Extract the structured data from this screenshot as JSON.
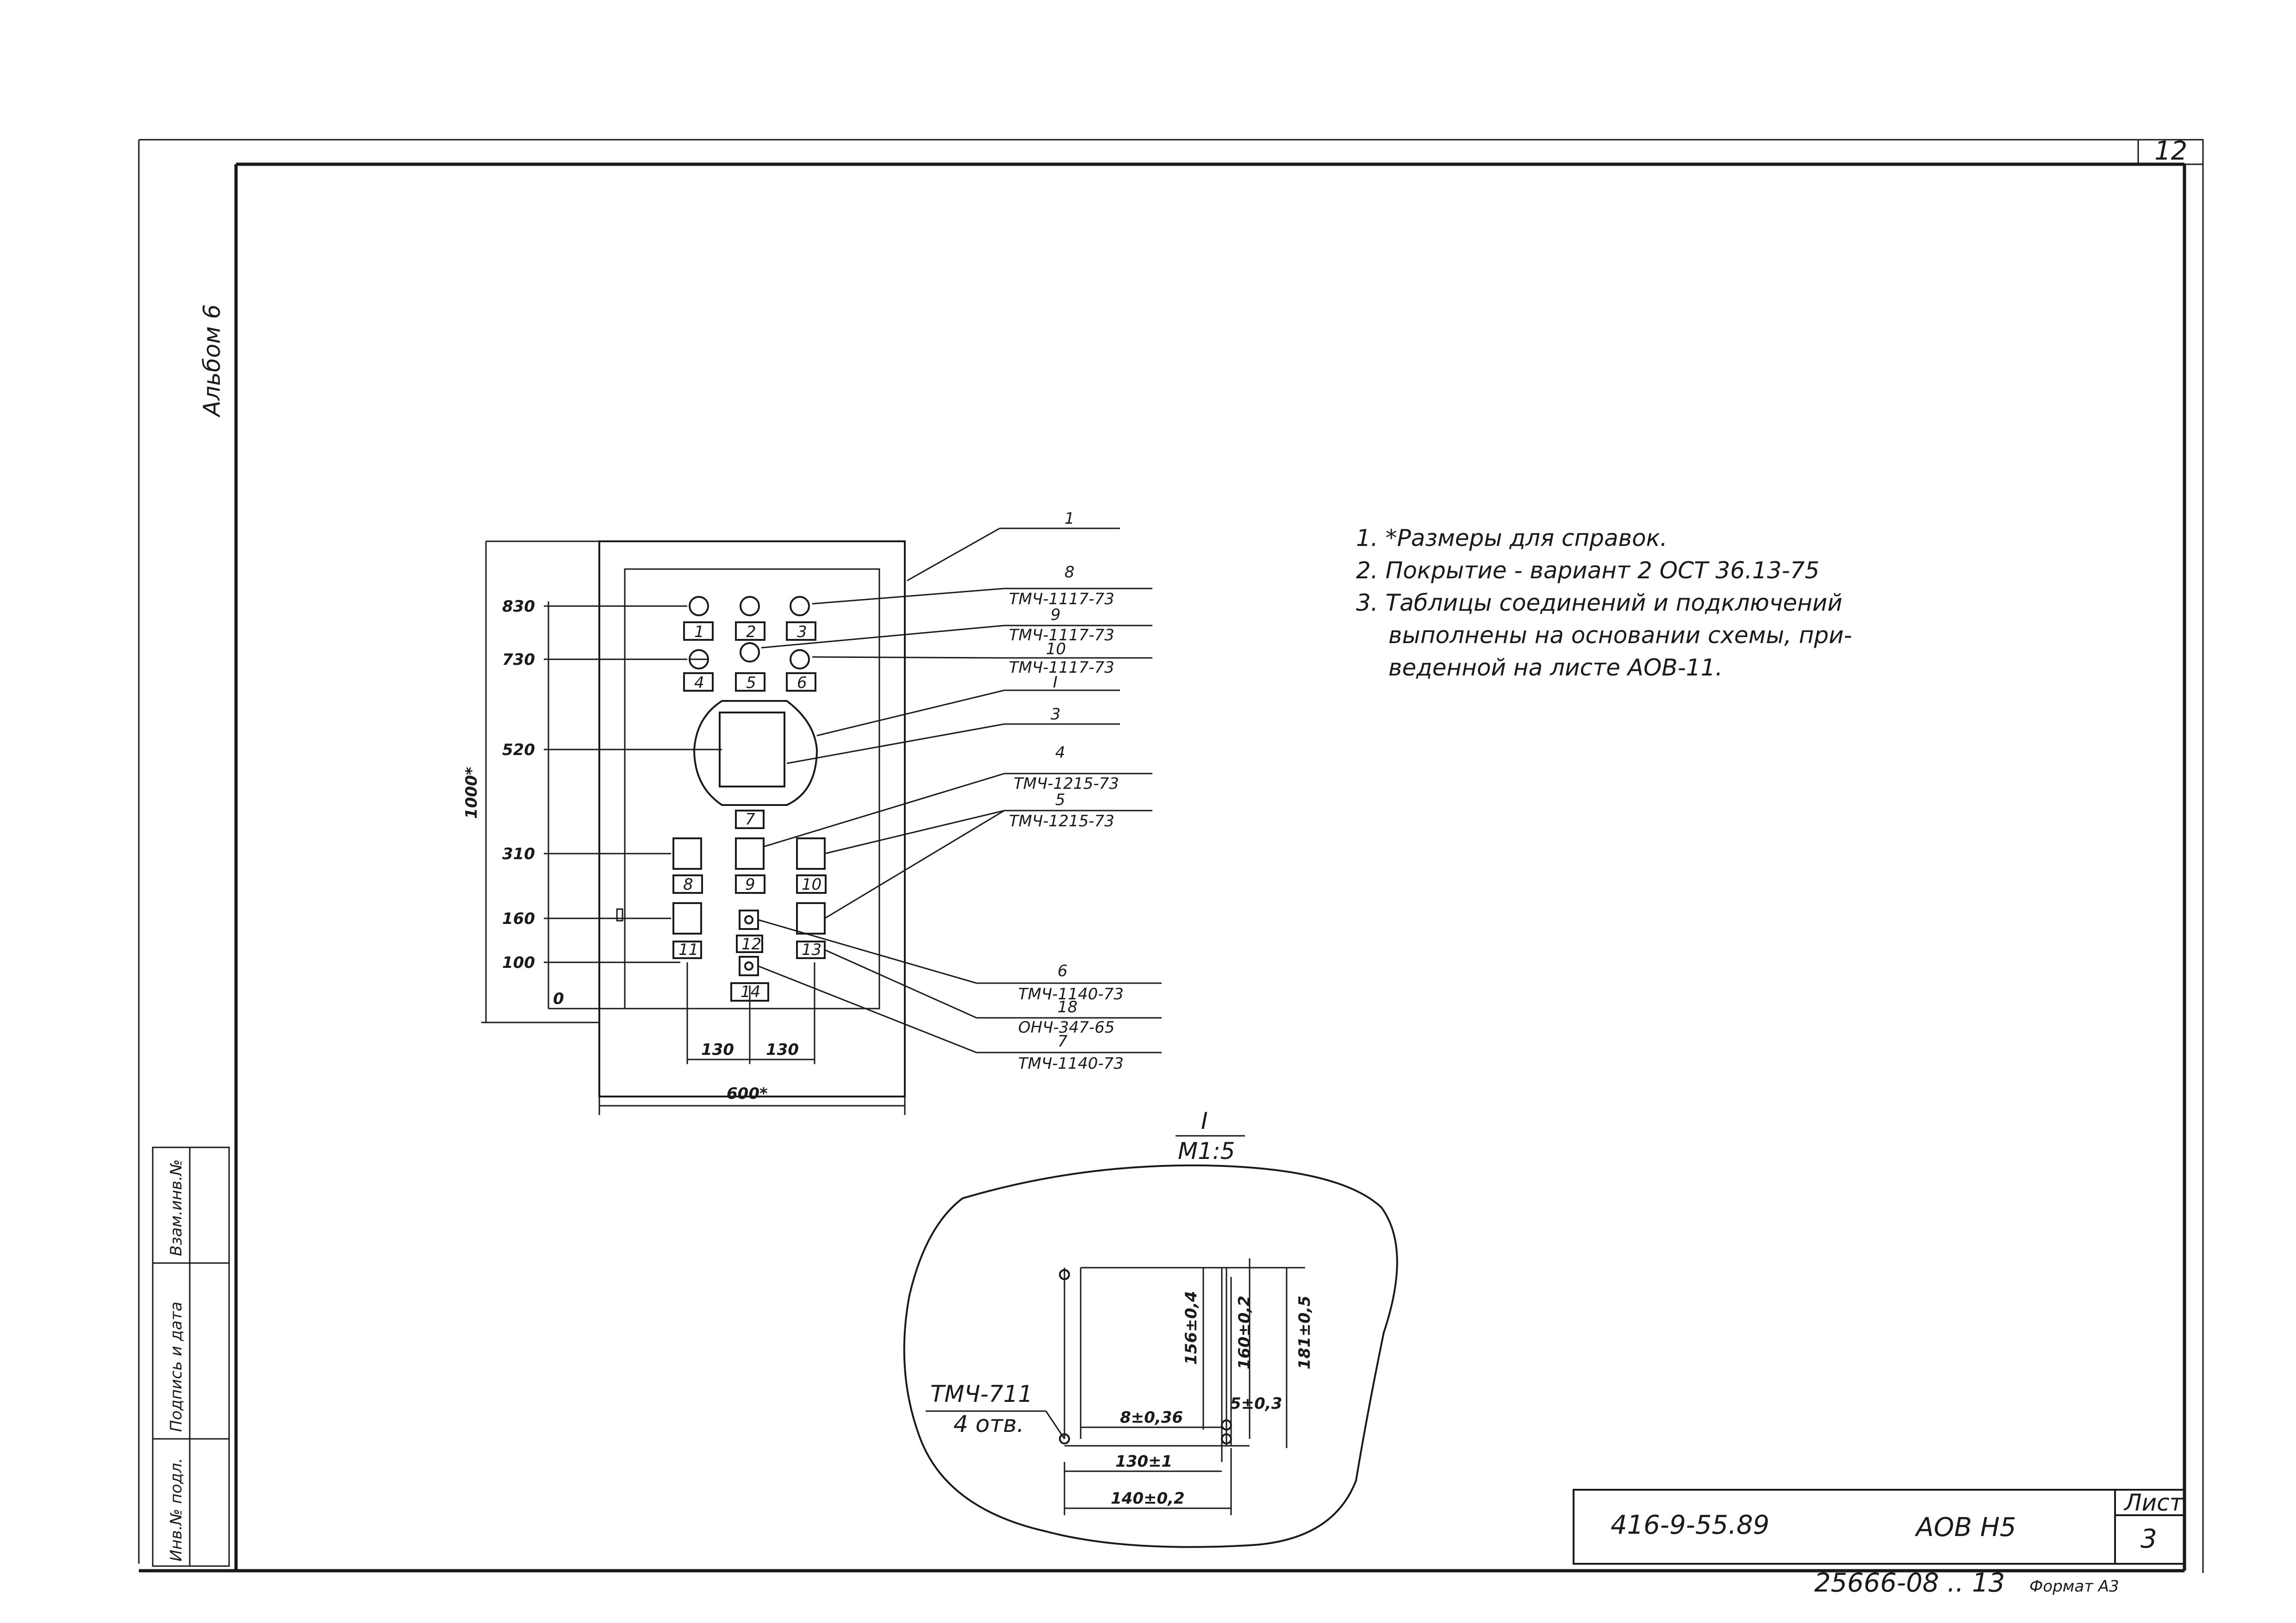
{
  "sheet": {
    "corner_sheet_no": "12",
    "album_label": "Альбом 6",
    "side_stamp_cols": [
      "Инв.№ подл.",
      "Подпись и дата",
      "Взам.инв.№"
    ]
  },
  "notes": [
    "1. *Размеры для справок.",
    "2. Покрытие - вариант 2  ОСТ 36.13-75",
    "3. Таблицы соединений и подключений",
    "выполнены на основании схемы, при-",
    "веденной на листе АОВ-11."
  ],
  "main_view": {
    "overall_height": "1000*",
    "overall_width": "600*",
    "level_marks": [
      "830",
      "730",
      "520",
      "310",
      "160",
      "100",
      "0"
    ],
    "bottom_dims": [
      "130",
      "130"
    ],
    "cell_labels": [
      "1",
      "2",
      "3",
      "4",
      "5",
      "6",
      "7",
      "8",
      "9",
      "10",
      "11",
      "12",
      "13",
      "14"
    ],
    "callouts": [
      {
        "pos": "1",
        "code": ""
      },
      {
        "pos": "8",
        "code": "ТМЧ-1117-73"
      },
      {
        "pos": "9",
        "code": "ТМЧ-1117-73"
      },
      {
        "pos": "10",
        "code": "ТМЧ-1117-73"
      },
      {
        "pos": "I",
        "code": ""
      },
      {
        "pos": "3",
        "code": ""
      },
      {
        "pos": "4",
        "code": "ТМЧ-1215-73"
      },
      {
        "pos": "5",
        "code": "ТМЧ-1215-73"
      },
      {
        "pos": "6",
        "code": "ТМЧ-1140-73"
      },
      {
        "pos": "18",
        "code": "ОНЧ-347-65"
      },
      {
        "pos": "7",
        "code": "ТМЧ-1140-73"
      }
    ]
  },
  "detail": {
    "title": "I",
    "scale": "М1:5",
    "hole_note_1": "ТМЧ-711",
    "hole_note_2": "4 отв.",
    "dims": [
      "156±0,4",
      "160±0,2",
      "181±0,5",
      "8±0,36",
      "5±0,3",
      "130±1",
      "140±0,2"
    ]
  },
  "title_block": {
    "doc_number": "416-9-55.89",
    "doc_code": "АОВ Н5",
    "sheet_label": "Лист",
    "sheet_number": "3"
  },
  "footer": {
    "archive_number": "25666-08 .. 13",
    "format": "Формат А3"
  }
}
